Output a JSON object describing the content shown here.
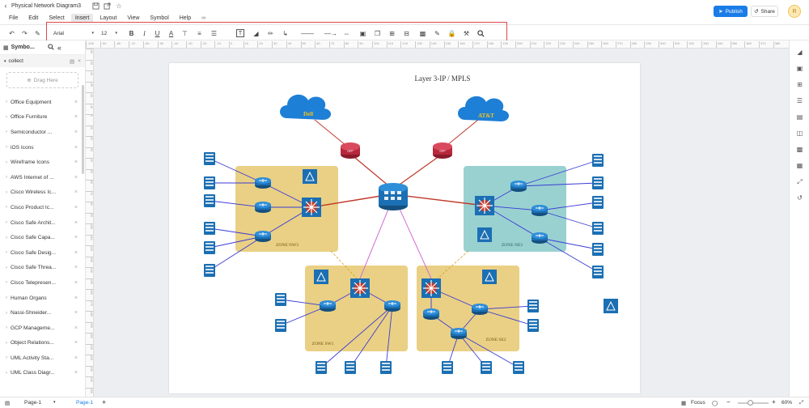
{
  "title_bar": {
    "doc_title": "Physical Network Diagram3"
  },
  "menu": {
    "items": [
      "File",
      "Edit",
      "Select",
      "Insert",
      "Layout",
      "View",
      "Symbol",
      "Help"
    ],
    "active": "Insert"
  },
  "header_actions": {
    "publish": "Publish",
    "share": "Share",
    "avatar_initial": "R"
  },
  "toolbar": {
    "font": "Arial",
    "size": "12",
    "bold": "B",
    "italic": "I",
    "underline": "U",
    "font_color": "A",
    "text_tool": "T"
  },
  "left_panel": {
    "header": "Symbo...",
    "collect": "collect",
    "drag_here": "Drag Here",
    "libraries": [
      "Office Equipment",
      "Office Furniture",
      "Semiconductor ...",
      "iOS Icons",
      "Wireframe Icons",
      "AWS Internet of ...",
      "Cisco Wireless Ic...",
      "Cisco Product Ic...",
      "Cisco Safe Archit...",
      "Cisco Safe Capa...",
      "Cisco Safe Desig...",
      "Cisco Safe Threa...",
      "Cisco Telepresen...",
      "Human Organs",
      "Nassi-Shneider...",
      "GCP Manageme...",
      "Object Relations...",
      "UML Activity Sta...",
      "UML Class Diagr..."
    ]
  },
  "ruler": {
    "top_ticks": [
      "-100",
      "-90",
      "-80",
      "-70",
      "-60",
      "-50",
      "-40",
      "-30",
      "-20",
      "-10",
      "0",
      "10",
      "20",
      "30",
      "40",
      "50",
      "60",
      "70",
      "80",
      "90",
      "100",
      "110",
      "120",
      "130",
      "140",
      "150",
      "160",
      "170",
      "180",
      "190",
      "200",
      "210",
      "220",
      "230",
      "240",
      "250",
      "260",
      "270",
      "280",
      "290",
      "300",
      "310",
      "320",
      "330",
      "340",
      "350",
      "360",
      "370",
      "380"
    ],
    "left_ticks": [
      "-60",
      "-50",
      "-40",
      "-30",
      "-20",
      "-10",
      "0",
      "10",
      "20",
      "30",
      "40",
      "50",
      "60",
      "70",
      "80",
      "90",
      "100",
      "110",
      "120",
      "130",
      "140",
      "150",
      "160",
      "170",
      "180",
      "190",
      "200",
      "210",
      "220",
      "230",
      "240",
      "250"
    ]
  },
  "diagram": {
    "title": "Layer 3-IP / MPLS",
    "clouds": [
      "Dell",
      "AT&T"
    ],
    "zones": [
      "ZONE NW3",
      "ZONE NE3",
      "ZONE SW1",
      "ZONE SE2"
    ],
    "router_labels": [
      "GPP",
      "GPP"
    ]
  },
  "status": {
    "page_select": "Page-1",
    "page_tab": "Page-1",
    "add": "+",
    "focus": "Focus",
    "zoom": "60%"
  },
  "colors": {
    "accent": "#1a7ce6",
    "zone_yellow": "#e6c86e",
    "zone_teal": "#8ecccc",
    "cloud_blue": "#1e7fd6",
    "device_blue": "#1b6fb3",
    "link_red": "#c0392b",
    "link_blue": "#3b3bd6",
    "link_pink": "#d36fd3"
  }
}
